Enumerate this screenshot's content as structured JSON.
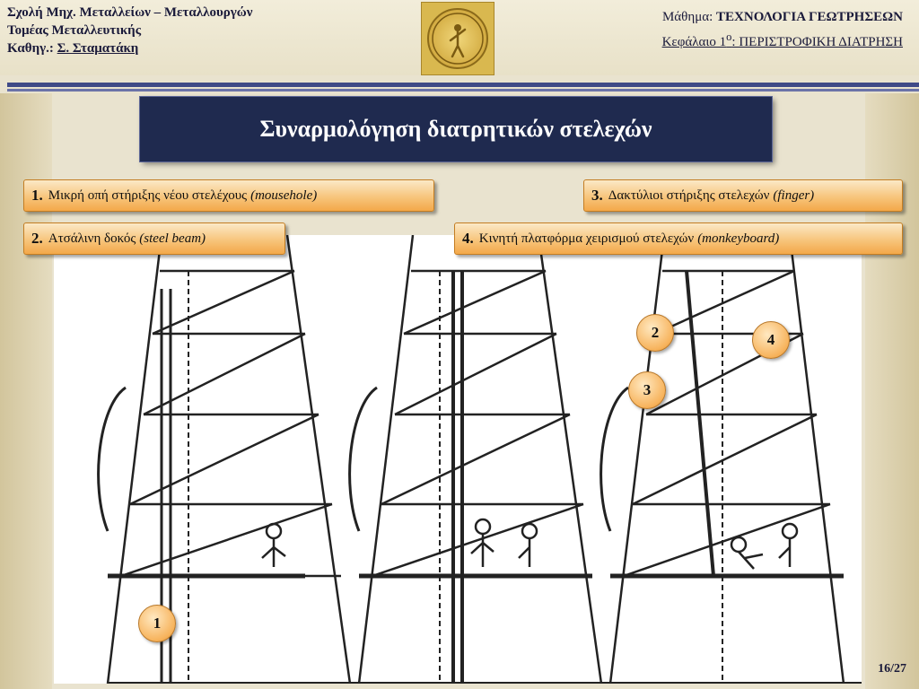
{
  "header": {
    "school": "Σχολή Μηχ. Μεταλλείων – Μεταλλουργών",
    "department": "Τομέας Μεταλλευτικής",
    "professor_prefix": "Καθηγ.:",
    "professor_name": "Σ. Σταματάκη",
    "course_prefix": "Μάθημα:",
    "course_name": "ΤΕΧΝΟΛΟΓΙΑ ΓΕΩΤΡΗΣΕΩΝ",
    "chapter_prefix": "Κεφάλαιο 1",
    "chapter_sup": "ο",
    "chapter_name": ": ΠΕΡΙΣΤΡΟΦΙΚΗ ΔΙΑΤΡΗΣΗ"
  },
  "title": "Συναρμολόγηση διατρητικών στελεχών",
  "labels": [
    {
      "num": "1.",
      "text": "Μικρή οπή στήριξης νέου στελέχους",
      "en": "(mousehole)"
    },
    {
      "num": "2.",
      "text": "Ατσάλινη δοκός",
      "en": "(steel beam)"
    },
    {
      "num": "3.",
      "text": "Δακτύλιοι στήριξης στελεχών",
      "en": "(finger)"
    },
    {
      "num": "4.",
      "text": "Κινητή πλατφόρμα χειρισμού στελεχών",
      "en": "(monkeyboard)"
    }
  ],
  "badges": [
    "1",
    "2",
    "3",
    "4"
  ],
  "page_number": "16/27",
  "colors": {
    "title_bg": "#1f2a4f",
    "label_orange": "#f7c57c",
    "rule_blue": "#3f4a87"
  }
}
